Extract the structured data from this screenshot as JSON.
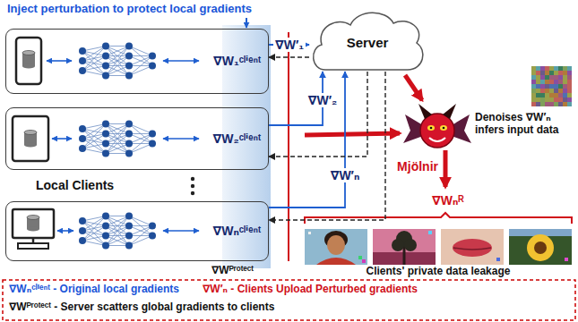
{
  "diagram": {
    "nodes": [
      {
        "text": [
          "∇W₁ᶜˡⁱᵉⁿᵗ"
        ]
      },
      {
        "text": [
          "∇W₂ᶜˡⁱᵉⁿᵗ"
        ]
      },
      {
        "text": [
          "∇Wₙᶜˡⁱᵉⁿᵗ"
        ]
      },
      {
        "text": [
          "Server"
        ]
      }
    ],
    "edges": [
      {
        "from": 0,
        "to": 3,
        "arrow": "to",
        "label": "∇W′₁"
      },
      {
        "from": 1,
        "to": 3,
        "arrow": "to",
        "label": "∇W′₂"
      },
      {
        "from": 2,
        "to": 3,
        "arrow": "to",
        "label": "∇W′ₙ"
      },
      {
        "from": 3,
        "to": 0,
        "arrow": "to"
      },
      {
        "from": 3,
        "to": 1,
        "arrow": "to"
      },
      {
        "from": 3,
        "to": 2,
        "arrow": "to"
      }
    ],
    "labels": [
      "Inject perturbation to protect local gradients",
      "Local Clients",
      "∇Wᴾʳᵒᵗᵉᶜᵗ",
      "Mjölnir",
      "Denoises ∇W′ₙ infers input data",
      "∇Wₙᴿ",
      "Clients' private data leakage"
    ],
    "legend": [
      {
        "text": "∇Wₙᶜˡⁱᵉⁿᵗ - Original local gradients"
      },
      {
        "text": "∇W′ₙ - Clients Upload Perturbed gradients"
      },
      {
        "text": "∇Wᴾʳᵒᵗᵉᶜᵗ - Server scatters global gradients to clients"
      }
    ]
  }
}
